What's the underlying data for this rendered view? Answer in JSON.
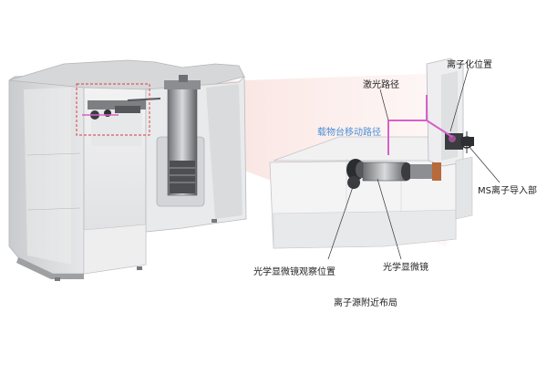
{
  "labels": {
    "ionization_position": "离子化位置",
    "laser_path": "激光路径",
    "stage_path": "载物台移动路径",
    "ms_inlet": "MS离子导入部",
    "microscope_obs": "光学显微镜观察位置",
    "microscope": "光学显微镜",
    "caption": "离子源附近布局"
  },
  "colors": {
    "background": "#ffffff",
    "laser": "#d860c8",
    "highlight_box": "#e05a5a",
    "stage_path_label": "#4a8fd6",
    "text": "#222222"
  }
}
